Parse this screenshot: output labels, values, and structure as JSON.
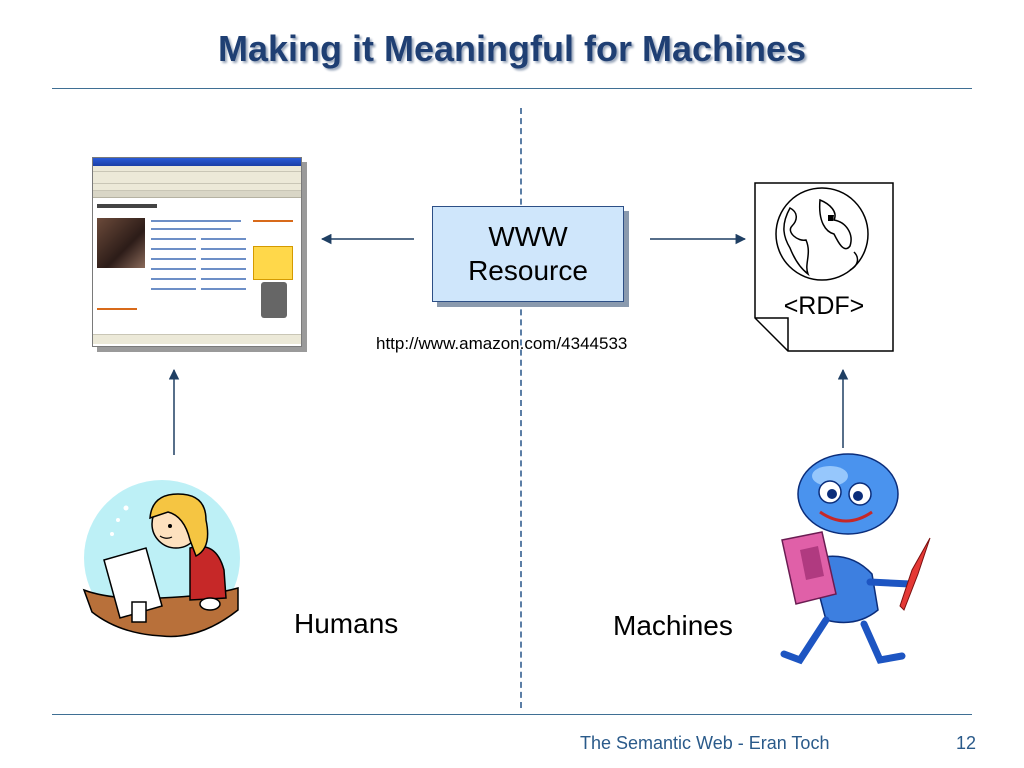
{
  "slide": {
    "title": "Making it Meaningful for Machines"
  },
  "center": {
    "resource_line1": "WWW",
    "resource_line2": "Resource",
    "url": "http://www.amazon.com/4344533"
  },
  "right": {
    "rdf_label": "<RDF>"
  },
  "captions": {
    "humans": "Humans",
    "machines": "Machines"
  },
  "footer": {
    "text": "The Semantic Web - Eran Toch",
    "page_number": "12"
  },
  "colors": {
    "title": "#1f3f73",
    "accent": "#2a5a8a",
    "box_fill": "#cfe6fb"
  },
  "icons": [
    "browser-screenshot",
    "globe-icon",
    "document-icon",
    "human-at-computer-clipart",
    "robot-clipart"
  ]
}
